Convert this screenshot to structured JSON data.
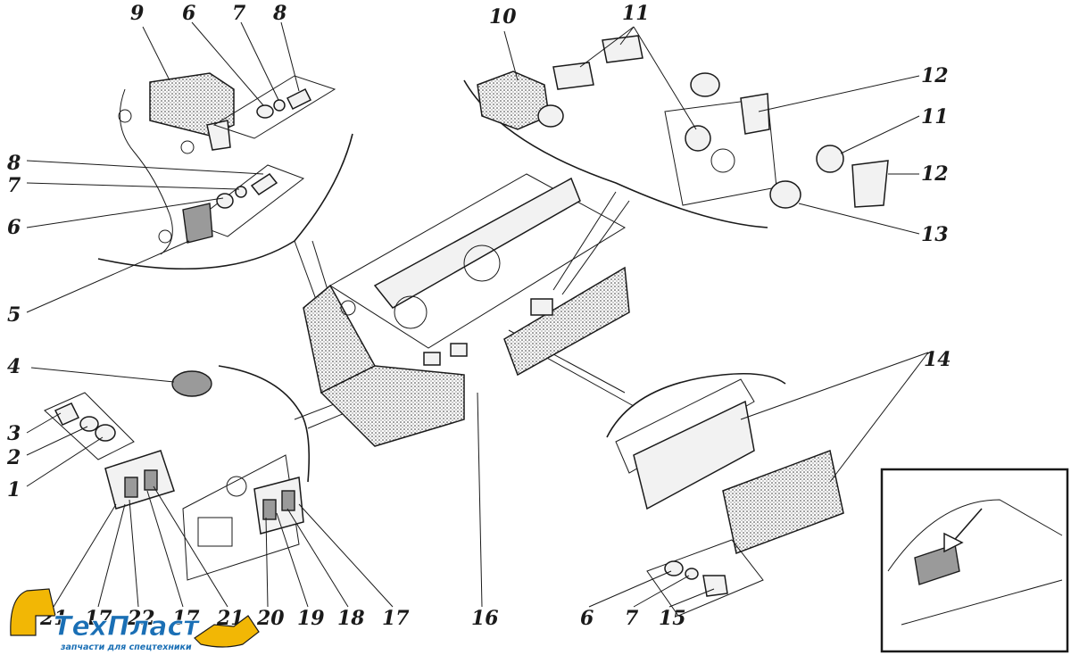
{
  "labels": {
    "l9": "9",
    "l6a": "6",
    "l7a": "7",
    "l8a": "8",
    "l8b": "8",
    "l7b": "7",
    "l6b": "6",
    "l5": "5",
    "l4": "4",
    "l3": "3",
    "l2": "2",
    "l1": "1",
    "l10": "10",
    "l11a": "11",
    "l12a": "12",
    "l11b": "11",
    "l12b": "12",
    "l13": "13",
    "l14": "14",
    "b20": "20",
    "b19": "19",
    "b18": "18",
    "b17": "17",
    "b16": "16",
    "b6": "6",
    "b7": "7",
    "b15": "15",
    "b22": "22",
    "b17b": "17",
    "b21": "21",
    "b21b": "21",
    "b17c": "17"
  },
  "logo": {
    "brand": "ТехПласт",
    "tagline": "запчасти для спецтехники",
    "accent_color": "#f2b705",
    "text_color": "#1a6fb5"
  }
}
